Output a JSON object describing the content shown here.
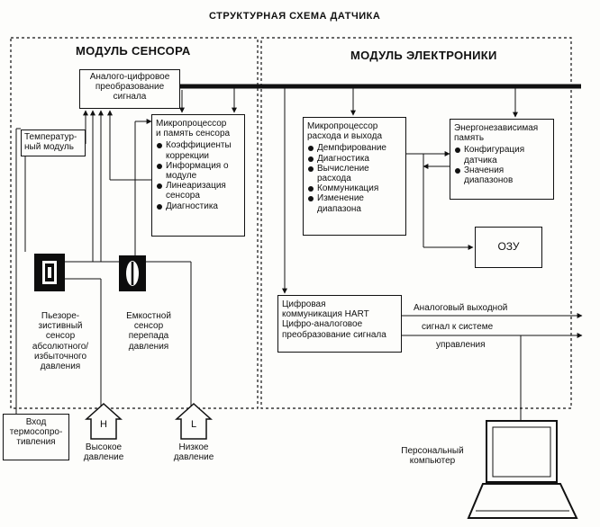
{
  "diagram": {
    "title": "СТРУКТУРНАЯ СХЕМА ДАТЧИКА",
    "sensor_module_title": "МОДУЛЬ СЕНСОРА",
    "electronics_module_title": "МОДУЛЬ ЭЛЕКТРОНИКИ",
    "adc_block": {
      "line1": "Аналого-цифровое",
      "line2": "преобразование",
      "line3": "сигнала"
    },
    "temp_module": {
      "line1": "Температур-",
      "line2": "ный модуль"
    },
    "sensor_mcu": {
      "title1": "Микропроцессор",
      "title2": "и память сенсора",
      "items": [
        "Коэффициенты коррекции",
        "Информация о модуле",
        "Линеаризация сенсора",
        "Диагностика"
      ]
    },
    "piezo_sensor": {
      "lines": [
        "Пьезоре-",
        "зистивный",
        "сенсор",
        "абсолютного/",
        "избыточного",
        "давления"
      ]
    },
    "capacitive_sensor": {
      "lines": [
        "Емкостной",
        "сенсор",
        "перепада",
        "давления"
      ]
    },
    "high_port": {
      "letter": "H",
      "label1": "Высокое",
      "label2": "давление"
    },
    "low_port": {
      "letter": "L",
      "label1": "Низкое",
      "label2": "давление"
    },
    "rtd_input": {
      "line1": "Вход",
      "line2": "термосопро-",
      "line3": "тивления"
    },
    "flow_mcu": {
      "title1": "Микропроцессор",
      "title2": "расхода и выхода",
      "items": [
        "Демпфирование",
        "Диагностика",
        "Вычисление расхода",
        "Коммуникация",
        "Изменение диапазона"
      ]
    },
    "nvm": {
      "title1": "Энергонезависимая",
      "title2": "память",
      "items": [
        "Конфигурация датчика",
        "Значения диапазонов"
      ]
    },
    "ram": {
      "label": "ОЗУ"
    },
    "hart": {
      "line1": "Цифровая",
      "line2": "коммуникация HART",
      "line3": "Цифро-аналоговое",
      "line4": "преобразование сигнала"
    },
    "analog_output": {
      "line1": "Аналоговый выходной",
      "line2": "сигнал к системе",
      "line3": "управления"
    },
    "pc": {
      "line1": "Персональный",
      "line2": "компьютер"
    }
  }
}
